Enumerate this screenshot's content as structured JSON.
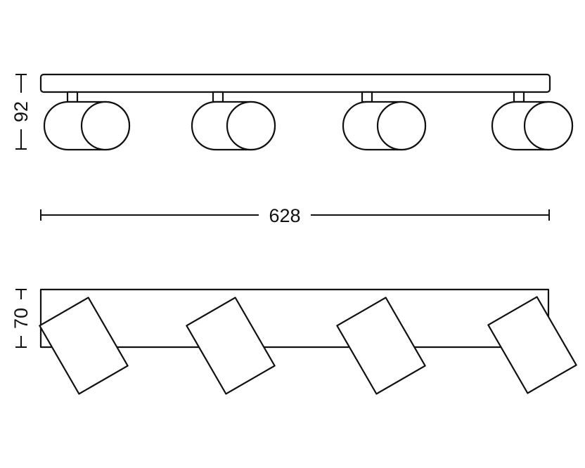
{
  "dimensions": {
    "height_top": "92",
    "width": "628",
    "height_bottom": "70"
  },
  "spotlight_count": 4
}
